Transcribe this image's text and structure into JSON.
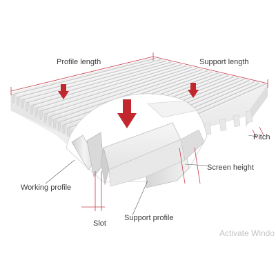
{
  "labels": {
    "profile_length": "Profile length",
    "support_length": "Support length",
    "pitch": "Pitch",
    "screen_height": "Screen height",
    "working_profile": "Working profile",
    "slot": "Slot",
    "support_profile": "Support profile"
  },
  "watermark": "Activate Windo",
  "colors": {
    "dimension_line": "#c63a4a",
    "arrow": "#c1272d",
    "grate": "#eeeeee",
    "leader": "#555555"
  }
}
